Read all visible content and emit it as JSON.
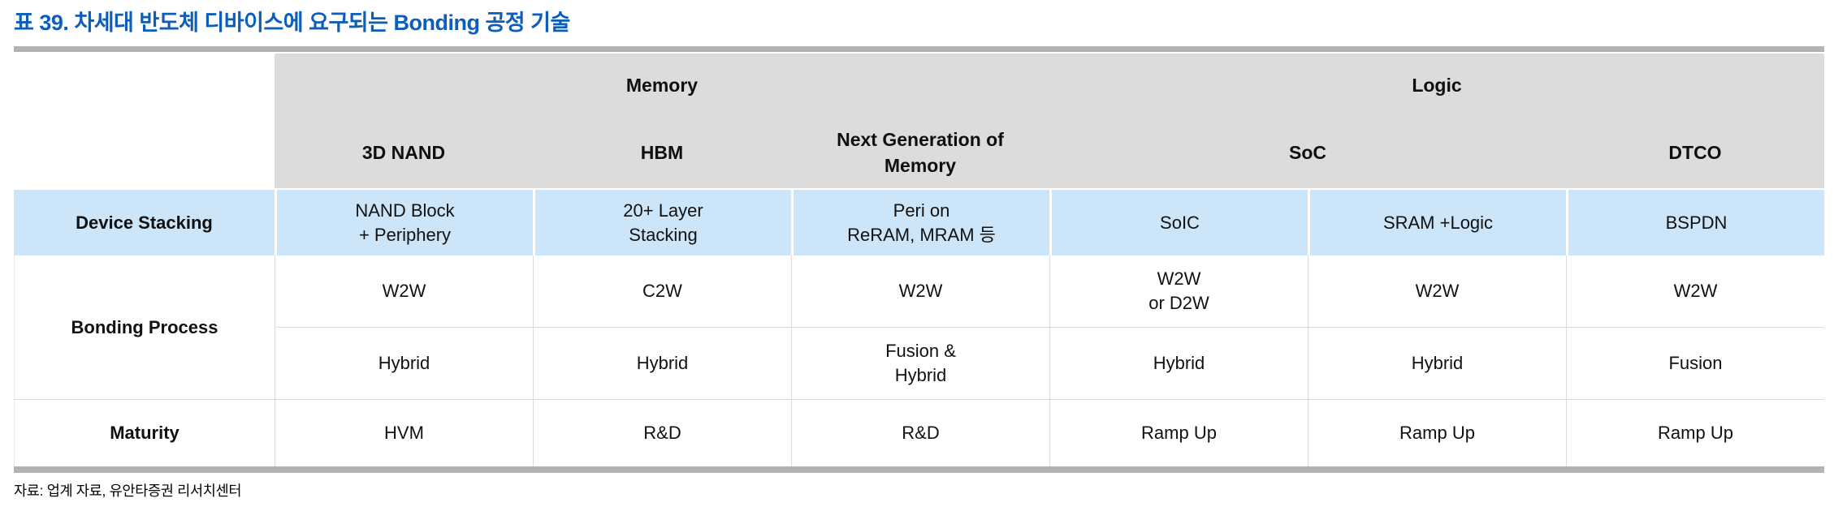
{
  "title": "표 39. 차세대 반도체 디바이스에 요구되는 Bonding 공정 기술",
  "source_note": "자료: 업계 자료, 유안타증권 리서치센터",
  "colors": {
    "title_blue": "#0d5eb8",
    "table_border_bar": "#b3b3b3",
    "header_fill": "#dcdcdc",
    "highlight_row_fill": "#cde5f9",
    "cell_border": "#dcdcdc",
    "text": "#111111"
  },
  "table": {
    "group_headers": {
      "memory": "Memory",
      "logic": "Logic"
    },
    "column_headers": {
      "col1": "3D NAND",
      "col2": "HBM",
      "col3": "Next Generation of\nMemory",
      "col45": "SoC",
      "col6": "DTCO"
    },
    "device_stacking": {
      "label": "Device Stacking",
      "cells": [
        "NAND Block\n+ Periphery",
        "20+ Layer\nStacking",
        "Peri on\nReRAM, MRAM 등",
        "SoIC",
        "SRAM +Logic",
        "BSPDN"
      ]
    },
    "bonding_process": {
      "label": "Bonding Process",
      "row1": [
        "W2W",
        "C2W",
        "W2W",
        "W2W\nor D2W",
        "W2W",
        "W2W"
      ],
      "row2": [
        "Hybrid",
        "Hybrid",
        "Fusion &\nHybrid",
        "Hybrid",
        "Hybrid",
        "Fusion"
      ]
    },
    "maturity": {
      "label": "Maturity",
      "cells": [
        "HVM",
        "R&D",
        "R&D",
        "Ramp Up",
        "Ramp Up",
        "Ramp Up"
      ]
    }
  }
}
